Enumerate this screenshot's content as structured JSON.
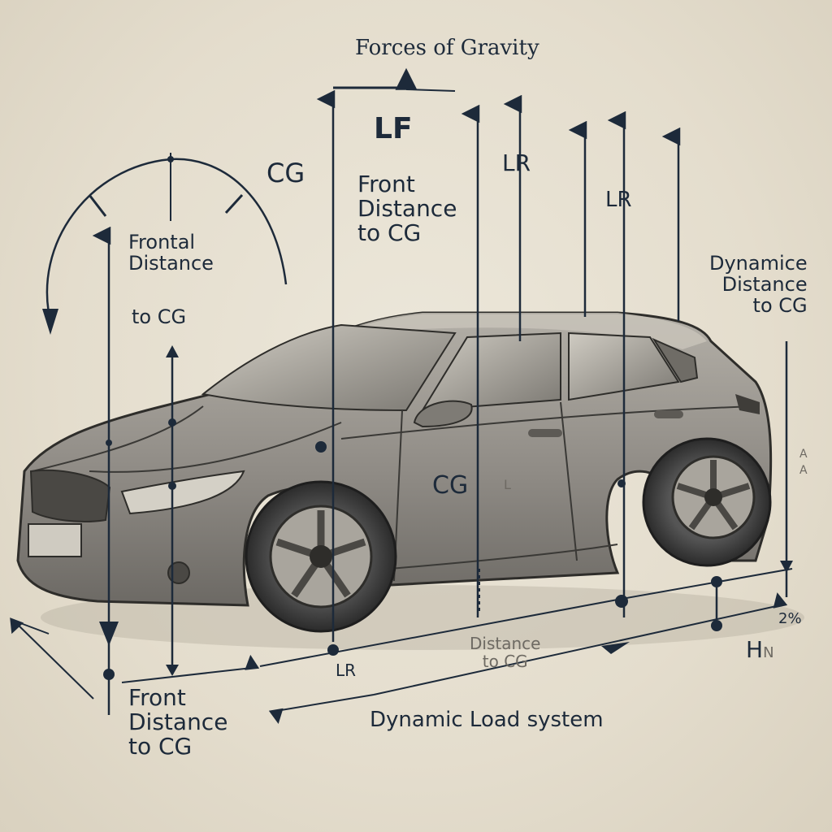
{
  "title": "Forces of Gravity",
  "labels": {
    "lf": "LF",
    "cg_top": "CG",
    "front_distance_top": [
      "Front",
      "Distance",
      "to CG"
    ],
    "lr_upper": "LR",
    "lr_mid": "LR",
    "frontal_distance": [
      "Frontal",
      "Distance",
      "to CG"
    ],
    "dynamic_distance": [
      "Dynamice",
      "Distance",
      "to CG"
    ],
    "cg_body": "CG",
    "cg_body_small": "L",
    "front_distance_bottom": [
      "Front",
      "Distance",
      "to CG"
    ],
    "lr_bottom": "LR",
    "distance_bottom": [
      "Distance",
      "to CG"
    ],
    "dynamic_load": "Dynamic Load system",
    "h": "H",
    "h_suffix": "N",
    "two_percent": "2%",
    "rear_marks": "A A"
  },
  "colors": {
    "ink": "#1d2a3a",
    "paper": "#e6e0d2",
    "car_body": "#8f8b85",
    "car_dark": "#4a4844"
  }
}
